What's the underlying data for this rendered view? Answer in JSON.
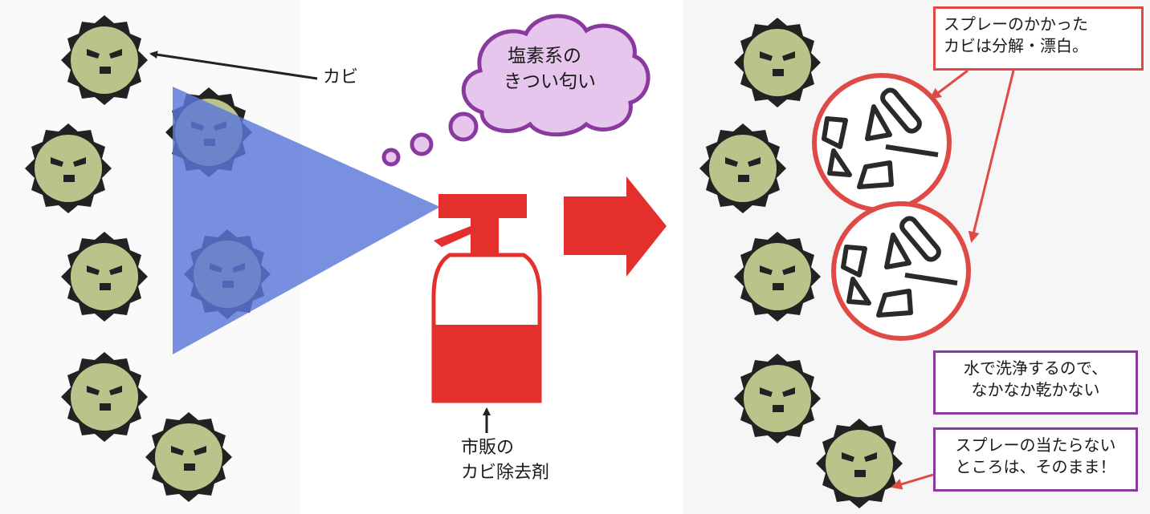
{
  "labels": {
    "mold": "カビ",
    "thought_line1": "塩素系の",
    "thought_line2": "きつい匂い",
    "product_line1": "市販の",
    "product_line2": "カビ除去剤"
  },
  "callouts": {
    "decomposed_line1": "スプレーのかかった",
    "decomposed_line2": "カビは分解・漂白。",
    "wash_line1": "水で洗浄するので、",
    "wash_line2": "なかなか乾かない",
    "untouched_line1": "スプレーの当たらない",
    "untouched_line2": "ところは、そのまま！"
  },
  "colors": {
    "mold_fill": "#b8c48a",
    "mold_outline": "#222222",
    "spray_cone": "#5b76d8",
    "bottle_red": "#e3302c",
    "thought_purple": "#8a3a9e",
    "thought_fill": "#e6c6ec",
    "callout_red": "#e04a46",
    "arrow_red": "#e3302c"
  }
}
